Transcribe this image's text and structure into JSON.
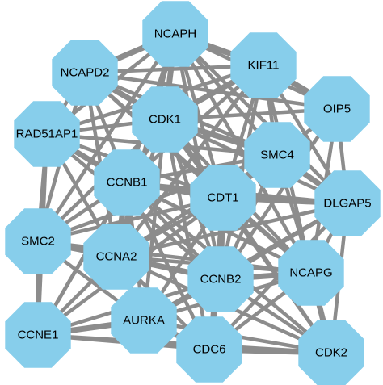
{
  "colors": {
    "node_fill": "#87ceeb",
    "edge": "#8c8c8c",
    "label": "#000000",
    "background": "#ffffff"
  },
  "network": {
    "nodes": [
      {
        "id": "NCAPH",
        "label": "NCAPH"
      },
      {
        "id": "NCAPD2",
        "label": "NCAPD2"
      },
      {
        "id": "KIF11",
        "label": "KIF11"
      },
      {
        "id": "OIP5",
        "label": "OIP5"
      },
      {
        "id": "CDK1",
        "label": "CDK1"
      },
      {
        "id": "RAD51AP1",
        "label": "RAD51AP1"
      },
      {
        "id": "SMC4",
        "label": "SMC4"
      },
      {
        "id": "CCNB1",
        "label": "CCNB1"
      },
      {
        "id": "CDT1",
        "label": "CDT1"
      },
      {
        "id": "DLGAP5",
        "label": "DLGAP5"
      },
      {
        "id": "SMC2",
        "label": "SMC2"
      },
      {
        "id": "CCNA2",
        "label": "CCNA2"
      },
      {
        "id": "NCAPG",
        "label": "NCAPG"
      },
      {
        "id": "CCNB2",
        "label": "CCNB2"
      },
      {
        "id": "AURKA",
        "label": "AURKA"
      },
      {
        "id": "CCNE1",
        "label": "CCNE1"
      },
      {
        "id": "CDC6",
        "label": "CDC6"
      },
      {
        "id": "CDK2",
        "label": "CDK2"
      }
    ]
  }
}
